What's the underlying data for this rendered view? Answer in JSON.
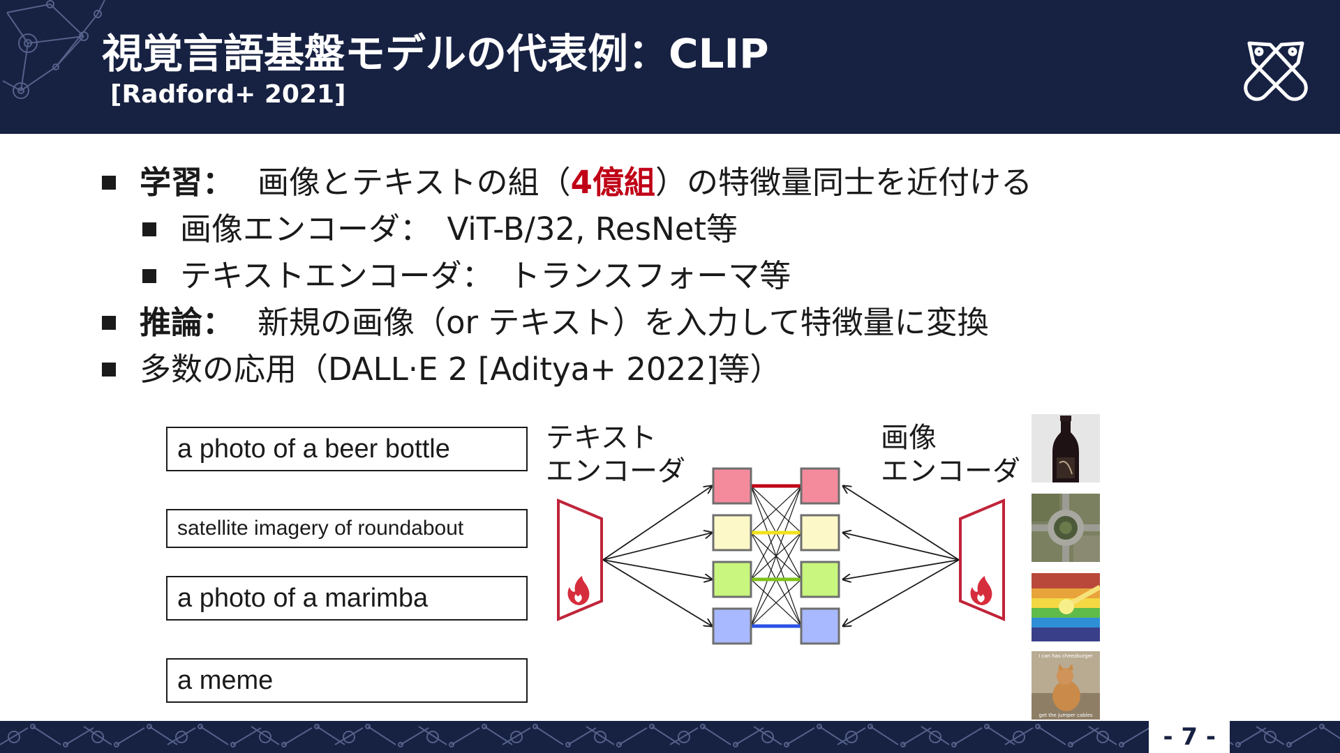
{
  "header": {
    "title": "視覚言語基盤モデルの代表例：CLIP",
    "subtitle": "[Radford+ 2021]"
  },
  "bullets": [
    {
      "level": 1,
      "label": "学習：",
      "text_before": "画像とテキストの組（",
      "highlight": "4億組",
      "text_after": "）の特徴量同士を近付ける"
    },
    {
      "level": 2,
      "label": "",
      "text_before": "画像エンコーダ：　ViT-B/32, ResNet等",
      "highlight": "",
      "text_after": ""
    },
    {
      "level": 2,
      "label": "",
      "text_before": "テキストエンコーダ：　トランスフォーマ等",
      "highlight": "",
      "text_after": ""
    },
    {
      "level": 1,
      "label": "推論：",
      "text_before": "新規の画像（or テキスト）を入力して特徴量に変換",
      "highlight": "",
      "text_after": ""
    },
    {
      "level": 1,
      "label": "",
      "text_before": "多数の応用（DALL·E 2 [Aditya+ 2022]等）",
      "highlight": "",
      "text_after": ""
    }
  ],
  "prompts": [
    "a photo of a beer bottle",
    "satellite imagery of roundabout",
    "a photo of a marimba",
    "a meme"
  ],
  "text_encoder": {
    "line1": "テキスト",
    "line2": "エンコーダ"
  },
  "image_encoder": {
    "line1": "画像",
    "line2": "エンコーダ"
  },
  "meme_caption_top": "I can has cheezburger",
  "meme_caption_bottom": "get the jumper cables",
  "page_number": "- 7 -",
  "colors": {
    "navy": "#172142",
    "accent_red": "#c00016",
    "feature_rows": [
      "#f48b9c",
      "#fdf8c8",
      "#c8f67e",
      "#a9b9ff"
    ],
    "match_lines": [
      "#c00016",
      "#f2e21a",
      "#7fc21b",
      "#2a52e6"
    ]
  },
  "icons": [
    "network-deco-icon",
    "logo-icon",
    "flame-icon"
  ]
}
